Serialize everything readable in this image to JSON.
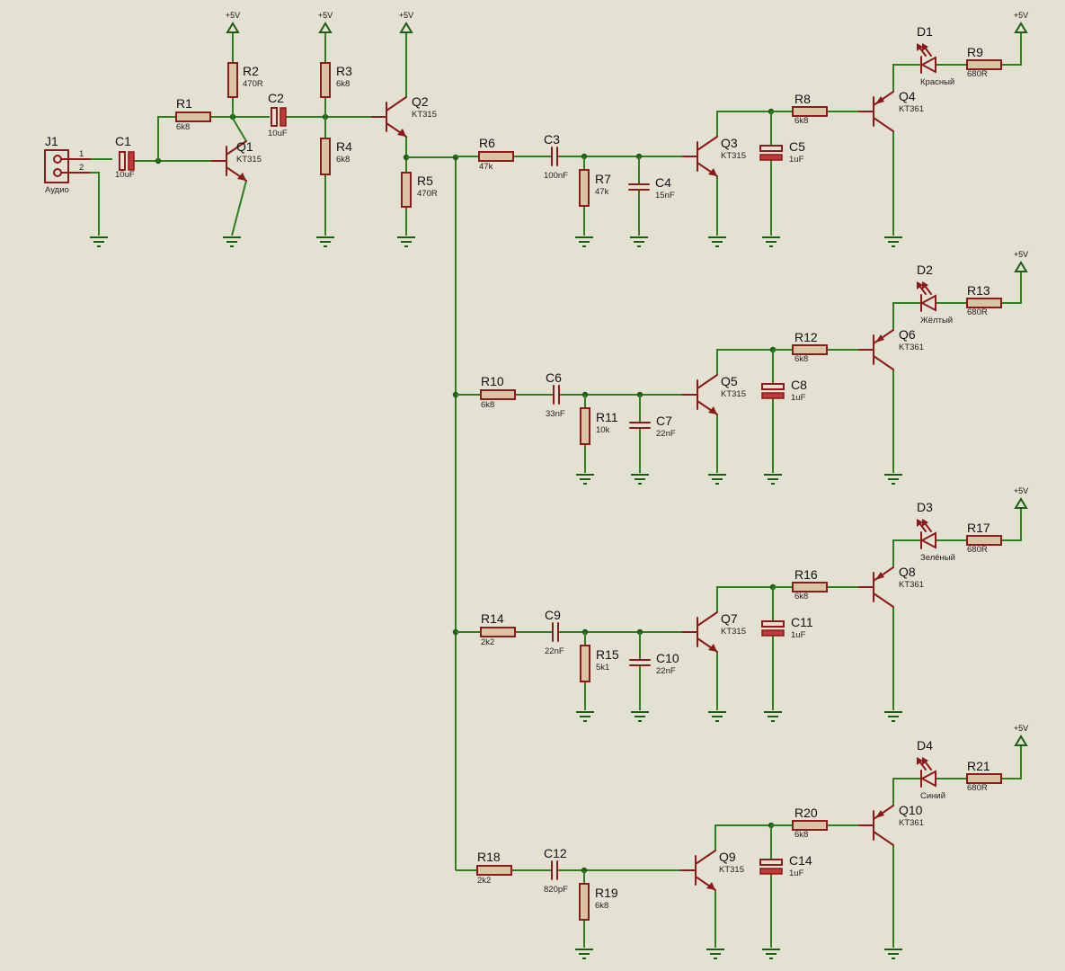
{
  "power_label": "+5V",
  "connector": {
    "ref": "J1",
    "name": "Аудио",
    "pin1": "1",
    "pin2": "2"
  },
  "resistors": {
    "R1": "6k8",
    "R2": "470R",
    "R3": "6k8",
    "R4": "6k8",
    "R5": "470R",
    "R6": "47k",
    "R7": "47k",
    "R8": "6k8",
    "R9": "680R",
    "R10": "6k8",
    "R11": "10k",
    "R12": "6k8",
    "R13": "680R",
    "R14": "2k2",
    "R15": "5k1",
    "R16": "6k8",
    "R17": "680R",
    "R18": "2k2",
    "R19": "6k8",
    "R20": "6k8",
    "R21": "680R"
  },
  "capacitors": {
    "C1": "10uF",
    "C2": "10uF",
    "C3": "100nF",
    "C4": "15nF",
    "C5": "1uF",
    "C6": "33nF",
    "C7": "22nF",
    "C8": "1uF",
    "C9": "22nF",
    "C10": "22nF",
    "C11": "1uF",
    "C12": "820pF",
    "C14": "1uF"
  },
  "transistors": {
    "Q1": "KT315",
    "Q2": "KT315",
    "Q3": "KT315",
    "Q4": "KT361",
    "Q5": "KT315",
    "Q6": "KT361",
    "Q7": "KT315",
    "Q8": "KT361",
    "Q9": "KT315",
    "Q10": "KT361"
  },
  "leds": [
    {
      "ref": "D1",
      "color_name": "Красный",
      "color": "#e53935"
    },
    {
      "ref": "D2",
      "color_name": "Жёлтый",
      "color": "#e6e600"
    },
    {
      "ref": "D3",
      "color_name": "Зелёный",
      "color": "#2e9e2e"
    },
    {
      "ref": "D4",
      "color_name": "Синий",
      "color": "#2a3fd6"
    }
  ],
  "colors": {
    "wire": "#2e7d1f",
    "component": "#8b1a1a",
    "background": "#e3e1d2"
  }
}
